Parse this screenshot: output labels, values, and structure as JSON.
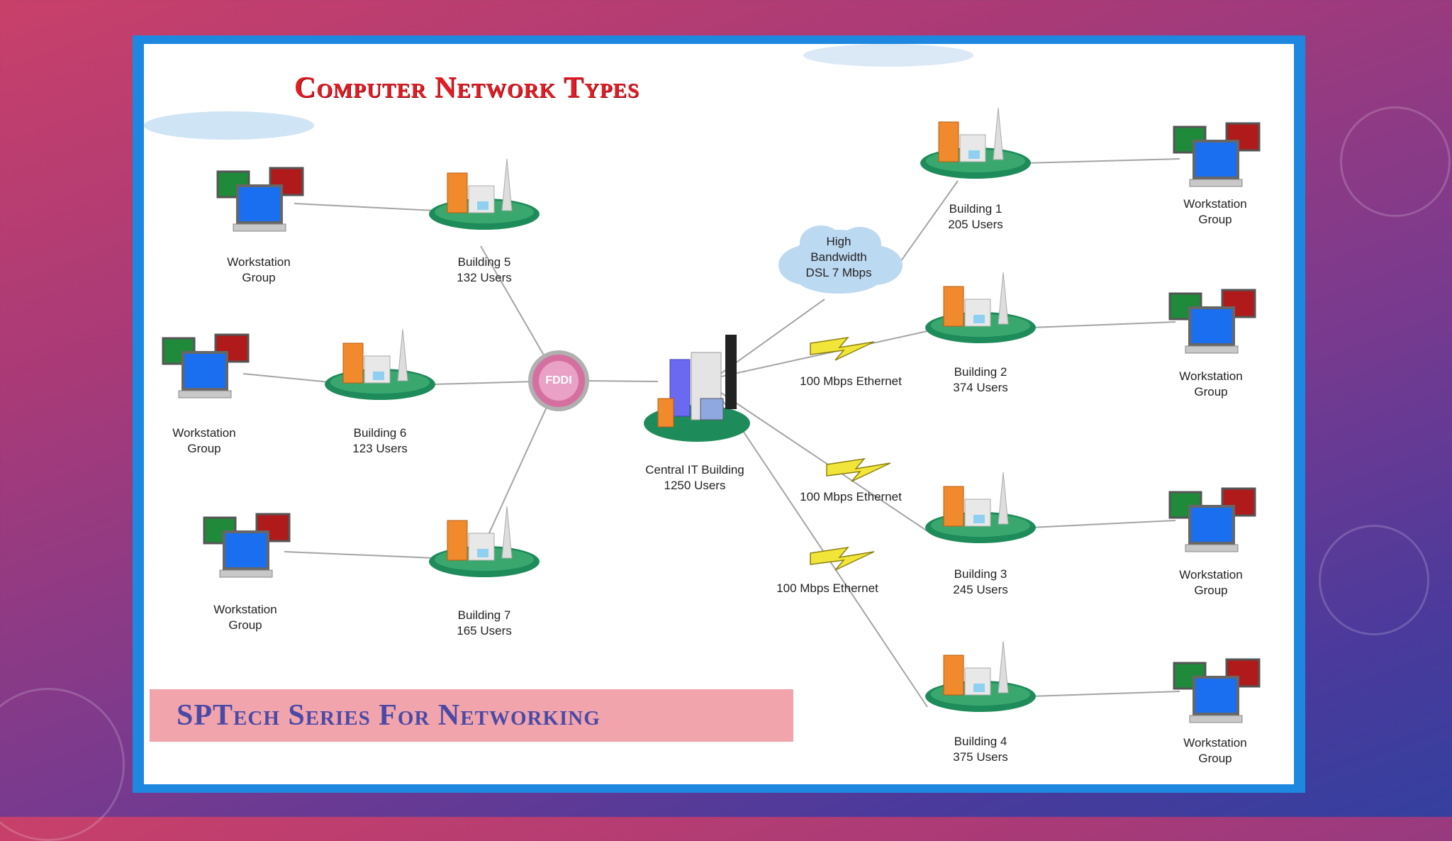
{
  "title": "Computer Network Types",
  "banner": "SPTech Series For Networking",
  "fddi": "FDDI",
  "central": {
    "name": "Central IT Building",
    "users": "1250 Users"
  },
  "buildings": [
    {
      "name": "Building 1",
      "users": "205 Users"
    },
    {
      "name": "Building 2",
      "users": "374 Users"
    },
    {
      "name": "Building 3",
      "users": "245 Users"
    },
    {
      "name": "Building 4",
      "users": "375 Users"
    },
    {
      "name": "Building 5",
      "users": "132 Users"
    },
    {
      "name": "Building 6",
      "users": "123 Users"
    },
    {
      "name": "Building 7",
      "users": "165 Users"
    }
  ],
  "workstation_label": "Workstation\nGroup",
  "links": {
    "dsl": "High\nBandwidth\nDSL 7 Mbps",
    "eth1": "100 Mbps Ethernet",
    "eth2": "100 Mbps Ethernet",
    "eth3": "100 Mbps Ethernet"
  },
  "colors": {
    "frame": "#1e88e0",
    "title": "#e01c24",
    "banner_bg": "#f2a4ac",
    "banner_text": "#4a4aa6"
  }
}
